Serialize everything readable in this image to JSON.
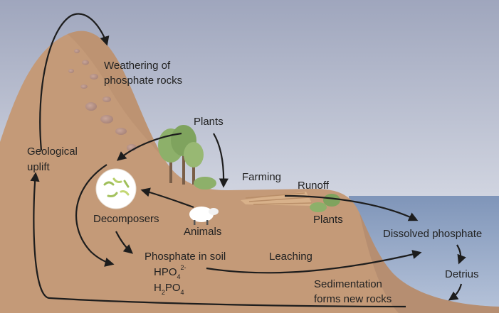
{
  "labels": {
    "weathering_line1": "Weathering of",
    "weathering_line2": "phosphate rocks",
    "plants_top": "Plants",
    "geological_line1": "Geological",
    "geological_line2": "uplift",
    "farming": "Farming",
    "runoff": "Runoff",
    "decomposers": "Decomposers",
    "animals": "Animals",
    "plants_field": "Plants",
    "dissolved_phosphate": "Dissolved phosphate",
    "phosphate_in_soil": "Phosphate in soil",
    "hpo4_main": "HPO",
    "hpo4_sub": "4",
    "hpo4_sup": "2-",
    "h2po4_h": "H",
    "h2po4_2": "2",
    "h2po4_po": "PO",
    "h2po4_4": "4",
    "leaching": "Leaching",
    "detrius": "Detrius",
    "sedimentation_line1": "Sedimentation",
    "sedimentation_line2": "forms new rocks"
  },
  "colors": {
    "sky_top": "#9fa6bd",
    "sky_bottom": "#eef0f5",
    "land": "#c49a78",
    "land_dark": "#a7826a",
    "water": "#8ea3c4",
    "tree": "#8db06a",
    "decomposer_circle": "#ffffff",
    "arrow": "#1d1d1d"
  }
}
